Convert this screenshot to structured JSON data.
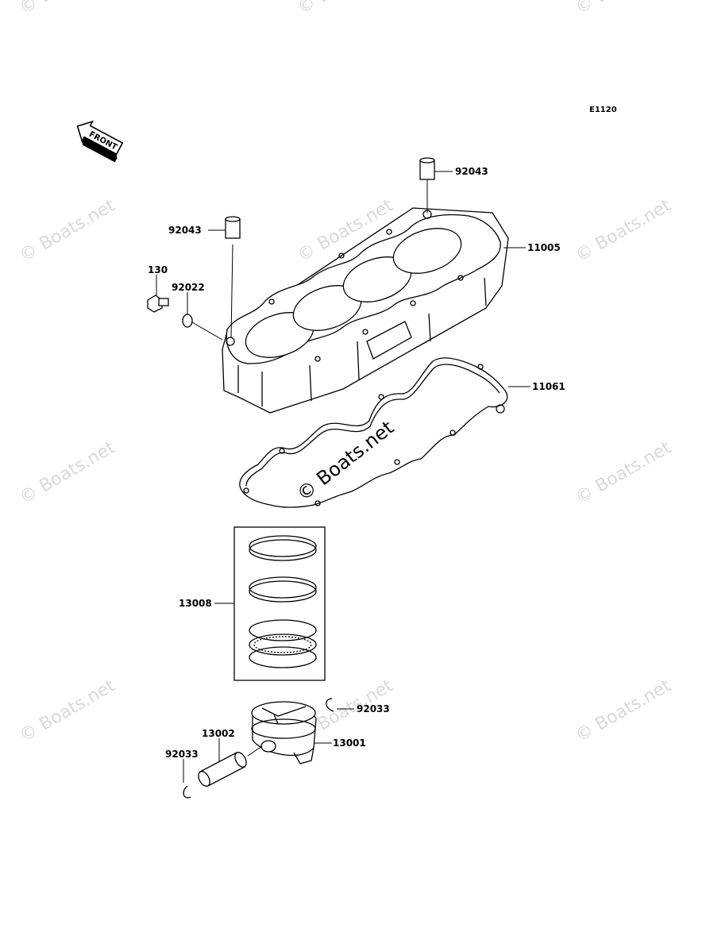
{
  "diagram": {
    "code": "E1120",
    "front_label": "FRONT",
    "center_watermark": "© Boats.net",
    "watermark": "© Boats.net",
    "callouts": [
      {
        "id": "dowel-top",
        "label": "92043"
      },
      {
        "id": "dowel-left",
        "label": "92043"
      },
      {
        "id": "cylinder",
        "label": "11005"
      },
      {
        "id": "bolt",
        "label": "130"
      },
      {
        "id": "washer",
        "label": "92022"
      },
      {
        "id": "gasket",
        "label": "11061"
      },
      {
        "id": "ring-set",
        "label": "13008"
      },
      {
        "id": "circlip-right",
        "label": "92033"
      },
      {
        "id": "piston-pin",
        "label": "13002"
      },
      {
        "id": "piston",
        "label": "13001"
      },
      {
        "id": "circlip-left",
        "label": "92033"
      }
    ]
  }
}
